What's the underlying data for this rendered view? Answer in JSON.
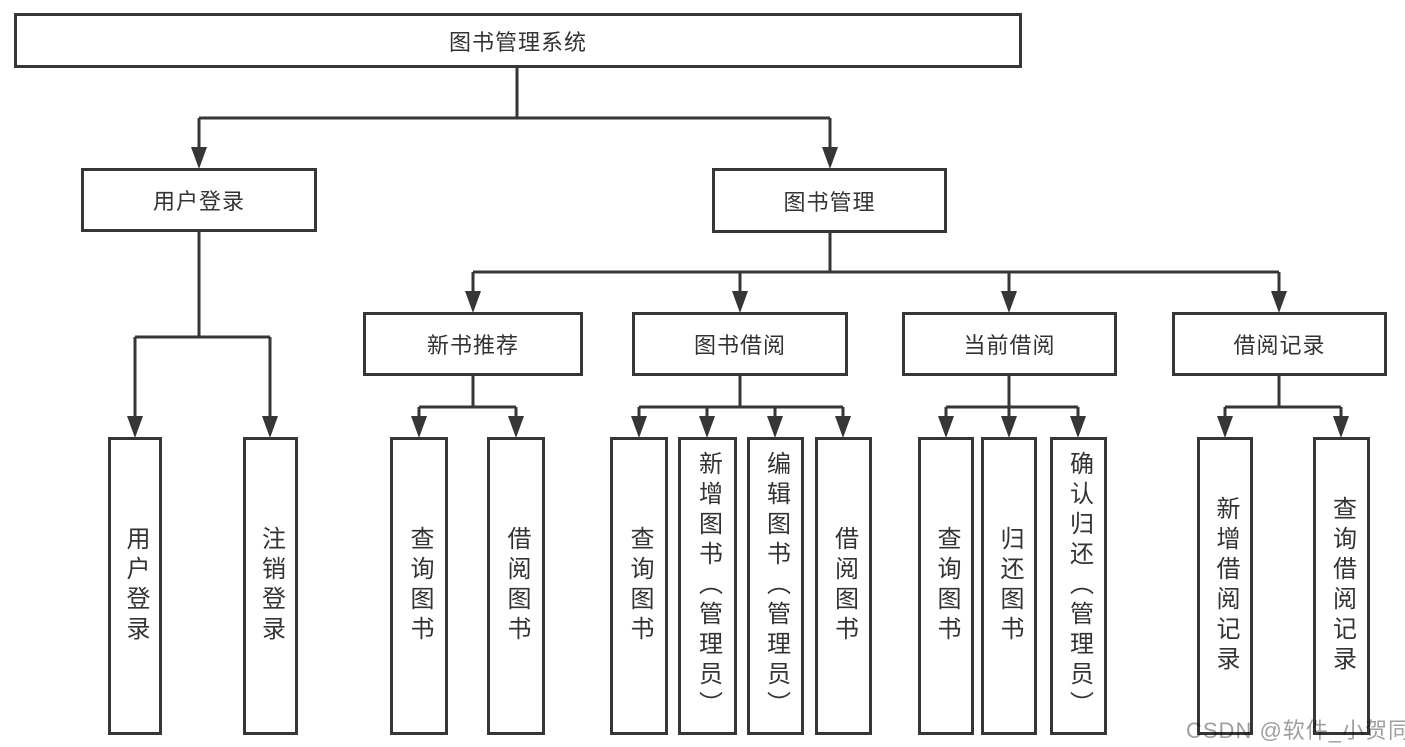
{
  "diagram": {
    "root": {
      "label": "图书管理系统"
    },
    "branches": [
      {
        "label": "用户登录",
        "children": [
          {
            "label": "用户登录"
          },
          {
            "label": "注销登录"
          }
        ]
      },
      {
        "label": "图书管理",
        "children": [
          {
            "label": "新书推荐",
            "children": [
              {
                "label": "查询图书"
              },
              {
                "label": "借阅图书"
              }
            ]
          },
          {
            "label": "图书借阅",
            "children": [
              {
                "label": "查询图书"
              },
              {
                "label": "新增图书（管理员）"
              },
              {
                "label": "编辑图书（管理员）"
              },
              {
                "label": "借阅图书"
              }
            ]
          },
          {
            "label": "当前借阅",
            "children": [
              {
                "label": "查询图书"
              },
              {
                "label": "归还图书"
              },
              {
                "label": "确认归还（管理员）"
              }
            ]
          },
          {
            "label": "借阅记录",
            "children": [
              {
                "label": "新增借阅记录"
              },
              {
                "label": "查询借阅记录"
              }
            ]
          }
        ]
      }
    ]
  },
  "watermark": {
    "text": "CSDN @软件_小贺同学"
  },
  "colors": {
    "line": "#363636",
    "box_border": "#363636",
    "text": "#333333",
    "watermark": "#9f9f9f",
    "background": "#ffffff"
  }
}
